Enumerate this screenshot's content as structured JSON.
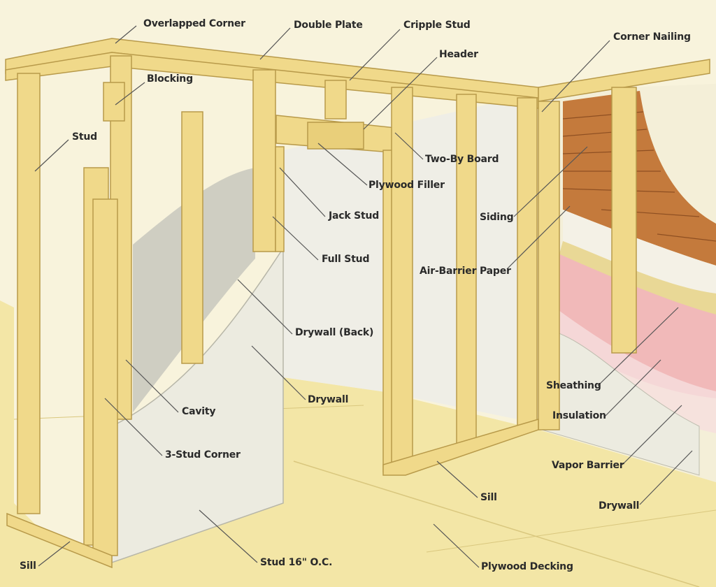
{
  "labels": [
    "Overlapped Corner",
    "Double Plate",
    "Cripple Stud",
    "Header",
    "Corner Nailing",
    "Blocking",
    "Stud",
    "Two-By Board",
    "Plywood Filler",
    "Jack Stud",
    "Siding",
    "Full Stud",
    "Air-Barrier Paper",
    "Drywall (Back)",
    "Drywall",
    "Sheathing",
    "Cavity",
    "Insulation",
    "3-Stud Corner",
    "Vapor Barrier",
    "Sill",
    "Drywall",
    "Sill",
    "Stud 16\" O.C.",
    "Plywood Decking"
  ],
  "colors": {
    "wood": "#f0d98a",
    "wood_edge": "#b89a4a",
    "drywall": "#ecebe0",
    "drywall_back": "#cfcec2",
    "siding": "#c47a3c",
    "insulation": "#f1b9b9",
    "floor": "#f3e6a6"
  }
}
